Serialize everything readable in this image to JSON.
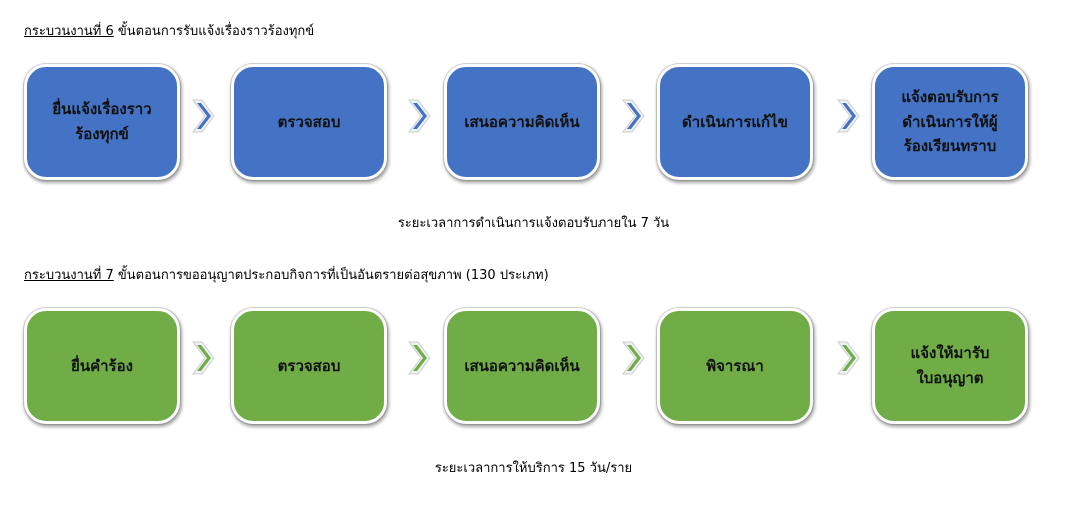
{
  "process6": {
    "title_prefix": "กระบวนงานที่ 6",
    "title_rest": " ขั้นตอนการรับแจ้งเรื่องราวร้องทุกข์",
    "steps": [
      "ยื่นแจ้งเรื่องราว\nร้องทุกข์",
      "ตรวจสอบ",
      "เสนอความคิดเห็น",
      "ดำเนินการแก้ไข",
      "แจ้งตอบรับการ\nดำเนินการให้ผู้\nร้องเรียนทราบ"
    ],
    "note": "ระยะเวลาการดำเนินการแจ้งตอบรับภายใน 7 วัน",
    "color": "#4472C4"
  },
  "process7": {
    "title_prefix": "กระบวนงานที่ 7",
    "title_rest": " ขั้นตอนการขออนุญาตประกอบกิจการที่เป็นอันตรายต่อสุขภาพ (130 ประเภท)",
    "steps": [
      "ยื่นคำร้อง",
      "ตรวจสอบ",
      "เสนอความคิดเห็น",
      "พิจารณา",
      "แจ้งให้มารับ\nใบอนุญาต"
    ],
    "note": "ระยะเวลาการให้บริการ  15 วัน/ราย",
    "color": "#70AD47"
  }
}
